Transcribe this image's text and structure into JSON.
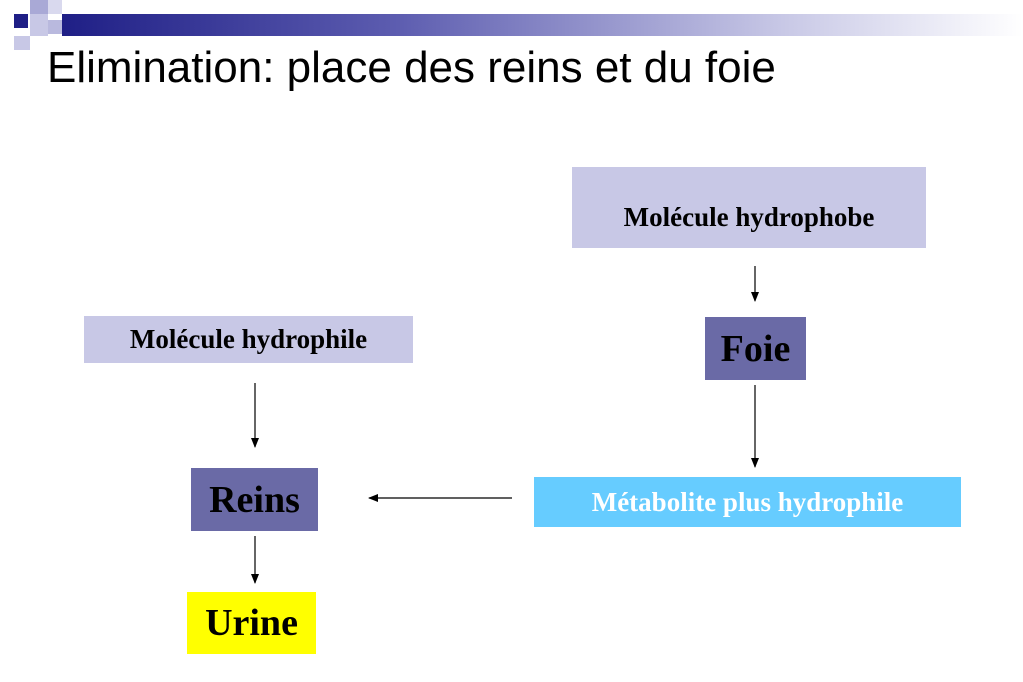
{
  "slide": {
    "title": "Elimination: place des reins et du foie"
  },
  "diagram": {
    "nodes": {
      "hydrophobe": "Molécule  hydrophobe",
      "foie": "Foie",
      "hydrophile": "Molécule hydrophile",
      "reins": "Reins",
      "metabolite": "Métabolite plus hydrophile",
      "urine": "Urine"
    },
    "colors": {
      "light_box": "#c8c8e6",
      "organ_box": "#6a6aa6",
      "metabolite_box": "#66ccff",
      "urine_box": "#ffff00"
    }
  }
}
